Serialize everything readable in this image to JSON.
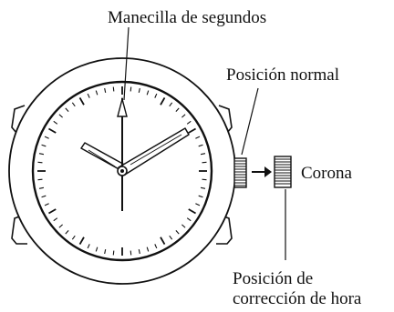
{
  "labels": {
    "second_hand": "Manecilla de segundos",
    "normal_position": "Posición normal",
    "crown": "Corona",
    "time_correction_line1": "Posición de",
    "time_correction_line2": "corrección de hora"
  },
  "icons": {
    "watch": "watch-face-icon",
    "arrow": "right-arrow-icon"
  },
  "colors": {
    "ink": "#111111",
    "paper": "#ffffff"
  }
}
